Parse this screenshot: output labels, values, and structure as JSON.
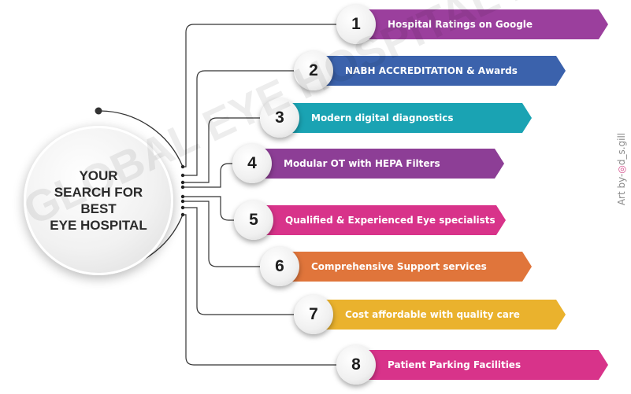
{
  "hub": {
    "title_lines": [
      "YOUR",
      "SEARCH FOR",
      "BEST",
      "EYE HOSPITAL"
    ]
  },
  "items": [
    {
      "number": "1",
      "label": "Hospital Ratings on Google",
      "color": "#9b3f9d"
    },
    {
      "number": "2",
      "label": "NABH ACCREDITATION & Awards",
      "color": "#3b62ac"
    },
    {
      "number": "3",
      "label": "Modern digital diagnostics",
      "color": "#1aa3b3"
    },
    {
      "number": "4",
      "label": "Modular OT with HEPA Filters",
      "color": "#8d3e96"
    },
    {
      "number": "5",
      "label": "Qualified & Experienced Eye specialists",
      "color": "#d8338a"
    },
    {
      "number": "6",
      "label": "Comprehensive Support services",
      "color": "#e0753b"
    },
    {
      "number": "7",
      "label": "Cost affordable with quality care",
      "color": "#eab22d"
    },
    {
      "number": "8",
      "label": "Patient Parking Facilities",
      "color": "#d8338a"
    }
  ],
  "watermark": "GLOBAL EYE HOSPITAL PATIALA",
  "credit": {
    "prefix": "Art by-",
    "icon": "instagram-icon",
    "icon_glyph": "◎",
    "handle": "d_s.gill"
  }
}
